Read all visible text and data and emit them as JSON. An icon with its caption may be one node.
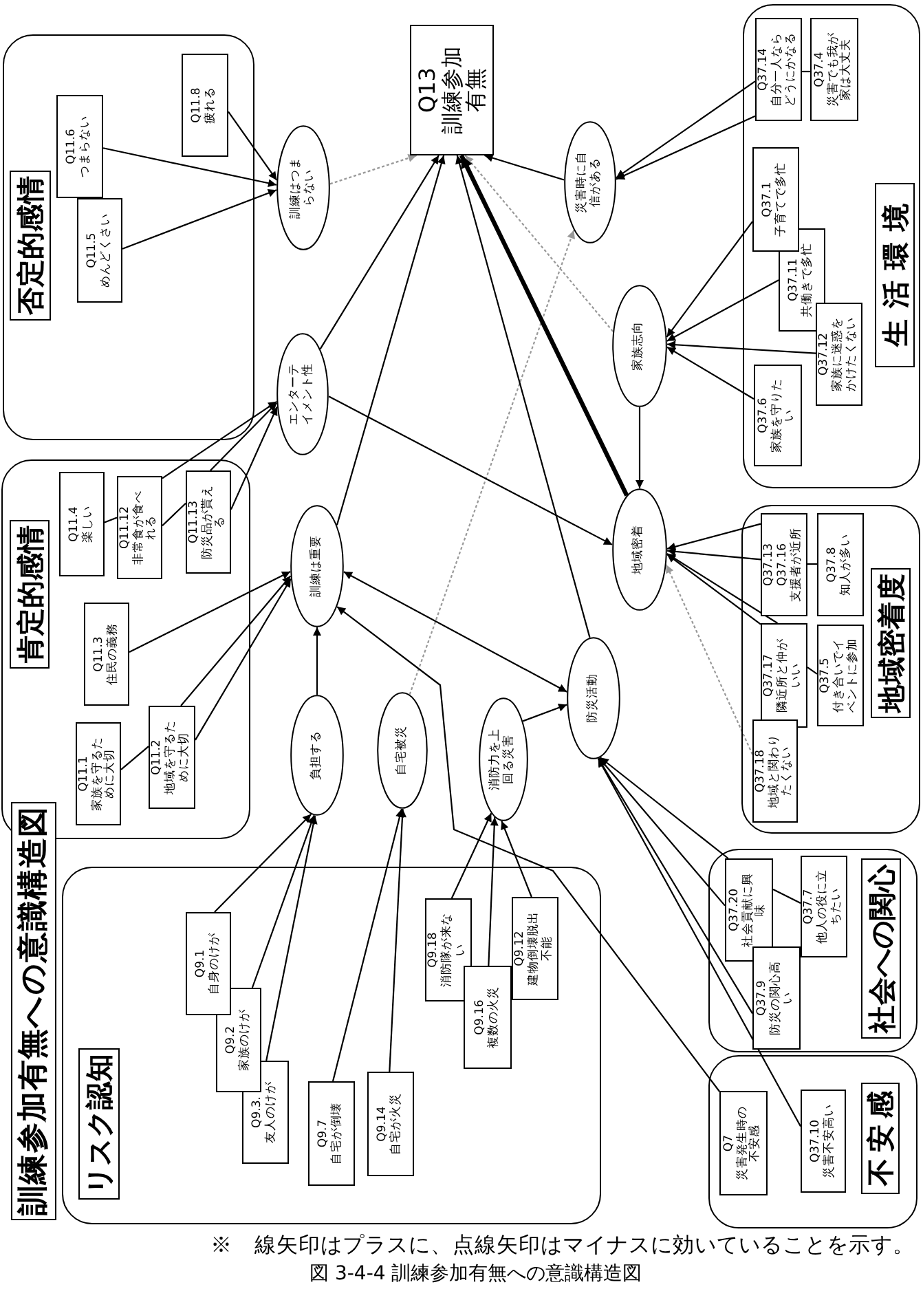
{
  "diagram": {
    "title": "訓練参加有無への意識構造図",
    "caption": "図 3-4-4 訓練参加有無への意識構造図",
    "nodes": [
      {
        "text": [
          "Q13 訓練参加有無"
        ]
      },
      {
        "text": [
          "否定的感情"
        ]
      },
      {
        "text": [
          "Q11.8 疲れる"
        ],
        "in": 1
      },
      {
        "text": [
          "Q11.6 つまらない"
        ],
        "in": 1
      },
      {
        "text": [
          "Q11.5 めんどくさい"
        ],
        "in": 1
      },
      {
        "text": [
          "肯定的感情"
        ]
      },
      {
        "text": [
          "Q11.4 楽しい"
        ],
        "in": 5
      },
      {
        "text": [
          "Q11.12 非常食が食べれる"
        ],
        "in": 5
      },
      {
        "text": [
          "Q11.13 防災品が貰える"
        ],
        "in": 5
      },
      {
        "text": [
          "Q11.3 住民の義務"
        ],
        "in": 5
      },
      {
        "text": [
          "Q11.1 家族を守るために大切"
        ],
        "in": 5
      },
      {
        "text": [
          "Q11.2 地域を守るために大切"
        ],
        "in": 5
      },
      {
        "text": [
          "リスク認知"
        ]
      },
      {
        "text": [
          "Q9.1 自身のけが"
        ],
        "in": 12
      },
      {
        "text": [
          "Q9.2 家族のけが"
        ],
        "in": 12
      },
      {
        "text": [
          "Q9.3. 友人のけが"
        ],
        "in": 12
      },
      {
        "text": [
          "Q9.7 自宅が倒壊"
        ],
        "in": 12
      },
      {
        "text": [
          "Q9.14 自宅が火災"
        ],
        "in": 12
      },
      {
        "text": [
          "Q9.18 消防隊が来ない"
        ],
        "in": 12
      },
      {
        "text": [
          "Q9.16 複数の火災"
        ],
        "in": 12
      },
      {
        "text": [
          "Q9.12 建物倒壊脱出不能"
        ],
        "in": 12
      },
      {
        "text": [
          "社会への関心"
        ]
      },
      {
        "text": [
          "Q37.20 社会貢献に興味"
        ],
        "in": 21
      },
      {
        "text": [
          "Q37.9 防災の関心高い"
        ],
        "in": 21
      },
      {
        "text": [
          "Q37.7 他人の役に立ちたい"
        ],
        "in": 21
      },
      {
        "text": [
          "不安感"
        ]
      },
      {
        "text": [
          "Q7 災害発生時の不安感"
        ],
        "in": 25
      },
      {
        "text": [
          "Q37.10 災害不安高い"
        ],
        "in": 25
      },
      {
        "text": [
          "地域密着度"
        ]
      },
      {
        "text": [
          "Q37.13",
          "Q37.16 支援者が近所"
        ],
        "in": 28
      },
      {
        "text": [
          "Q37.8 知人が多い"
        ],
        "in": 28
      },
      {
        "text": [
          "Q37.17 隣近所と仲がいい"
        ],
        "in": 28
      },
      {
        "text": [
          "Q37.5 付き合いでイベントに参加"
        ],
        "in": 28
      },
      {
        "text": [
          "Q37.18 地域と関わりたくない"
        ],
        "in": 28
      },
      {
        "text": [
          "生活環境"
        ]
      },
      {
        "text": [
          "Q37.14 自分一人ならどうにかなる"
        ],
        "in": 34
      },
      {
        "text": [
          "Q37.4 災害でも我が家は大丈夫"
        ],
        "in": 34
      },
      {
        "text": [
          "Q37.1 子育てで多忙"
        ],
        "in": 34
      },
      {
        "text": [
          "Q37.11 共働きで多忙"
        ],
        "in": 34
      },
      {
        "text": [
          "Q37.12 家族に迷惑をかけたくない"
        ],
        "in": 34
      },
      {
        "text": [
          "Q37.6 家族を守りたい"
        ],
        "in": 34
      },
      {
        "text": [
          "訓練はつまらない"
        ]
      },
      {
        "text": [
          "エンターテイメント性"
        ]
      },
      {
        "text": [
          "訓練は重要"
        ]
      },
      {
        "text": [
          "負担する"
        ]
      },
      {
        "text": [
          "自宅被災"
        ]
      },
      {
        "text": [
          "消防力を上回る災害"
        ]
      },
      {
        "text": [
          "防災活動"
        ]
      },
      {
        "text": [
          "地域密着"
        ]
      },
      {
        "text": [
          "家族志向"
        ]
      },
      {
        "text": [
          "災害時に自信がある"
        ]
      }
    ],
    "edges": [
      {
        "from": 2,
        "to": 41,
        "arrow": "to"
      },
      {
        "from": 3,
        "to": 41,
        "arrow": "to"
      },
      {
        "from": 4,
        "to": 41,
        "arrow": "to"
      },
      {
        "from": 41,
        "to": 0,
        "arrow": "to",
        "style": "dashed",
        "color": "#999999"
      },
      {
        "from": 6,
        "to": 7,
        "arrow": "none"
      },
      {
        "from": 7,
        "to": 8,
        "arrow": "none"
      },
      {
        "from": 7,
        "to": 42,
        "arrow": "to"
      },
      {
        "from": 8,
        "to": 42,
        "arrow": "to"
      },
      {
        "from": 8,
        "to": 42,
        "arrow": "to"
      },
      {
        "from": 10,
        "to": 11,
        "arrow": "none"
      },
      {
        "from": 9,
        "to": 43,
        "arrow": "to"
      },
      {
        "from": 11,
        "to": 43,
        "arrow": "to"
      },
      {
        "from": 11,
        "to": 43,
        "arrow": "to"
      },
      {
        "from": 13,
        "to": 44,
        "arrow": "to"
      },
      {
        "from": 14,
        "to": 44,
        "arrow": "to"
      },
      {
        "from": 15,
        "to": 44,
        "arrow": "to"
      },
      {
        "from": 16,
        "to": 45,
        "arrow": "to"
      },
      {
        "from": 17,
        "to": 45,
        "arrow": "to"
      },
      {
        "from": 18,
        "to": 46,
        "arrow": "to"
      },
      {
        "from": 19,
        "to": 46,
        "arrow": "to"
      },
      {
        "from": 20,
        "to": 46,
        "arrow": "to"
      },
      {
        "from": 44,
        "to": 43,
        "arrow": "to"
      },
      {
        "from": 45,
        "to": 50,
        "arrow": "to",
        "style": "dashed",
        "color": "#999999"
      },
      {
        "from": 46,
        "to": 47,
        "arrow": "to"
      },
      {
        "from": 43,
        "to": 47,
        "arrow": "both"
      },
      {
        "from": 43,
        "to": 0,
        "arrow": "to"
      },
      {
        "from": 42,
        "to": 0,
        "arrow": "to"
      },
      {
        "from": 42,
        "to": 48,
        "arrow": "to"
      },
      {
        "from": 50,
        "to": 0,
        "arrow": "to"
      },
      {
        "from": 49,
        "to": 0,
        "arrow": "to",
        "style": "dashed",
        "color": "#999999"
      },
      {
        "from": 48,
        "to": 0,
        "arrow": "to",
        "style": "thick"
      },
      {
        "from": 47,
        "to": 0,
        "arrow": "to"
      },
      {
        "from": 49,
        "to": 48,
        "arrow": "to"
      },
      {
        "from": 22,
        "to": 24,
        "arrow": "none"
      },
      {
        "from": 22,
        "to": 47,
        "arrow": "to"
      },
      {
        "from": 22,
        "to": 47,
        "arrow": "to"
      },
      {
        "from": 23,
        "to": 47,
        "arrow": "to"
      },
      {
        "from": 27,
        "to": 47,
        "arrow": "to"
      },
      {
        "from": 26,
        "to": 43,
        "arrow": "to"
      },
      {
        "from": 29,
        "to": 30,
        "arrow": "none"
      },
      {
        "from": 31,
        "to": 32,
        "arrow": "none"
      },
      {
        "from": 29,
        "to": 48,
        "arrow": "to"
      },
      {
        "from": 29,
        "to": 48,
        "arrow": "to"
      },
      {
        "from": 31,
        "to": 48,
        "arrow": "to"
      },
      {
        "from": 31,
        "to": 48,
        "arrow": "to"
      },
      {
        "from": 33,
        "to": 48,
        "arrow": "to",
        "style": "dashed",
        "color": "#999999"
      },
      {
        "from": 35,
        "to": 36,
        "arrow": "none"
      },
      {
        "from": 35,
        "to": 50,
        "arrow": "to"
      },
      {
        "from": 35,
        "to": 50,
        "arrow": "to"
      },
      {
        "from": 37,
        "to": 49,
        "arrow": "to"
      },
      {
        "from": 38,
        "to": 49,
        "arrow": "to"
      },
      {
        "from": 39,
        "to": 49,
        "arrow": "to"
      },
      {
        "from": 40,
        "to": 49,
        "arrow": "to"
      }
    ],
    "labels": [
      "※　線矢印はプラスに、点線矢印はマイナスに効いていることを示す。"
    ]
  }
}
